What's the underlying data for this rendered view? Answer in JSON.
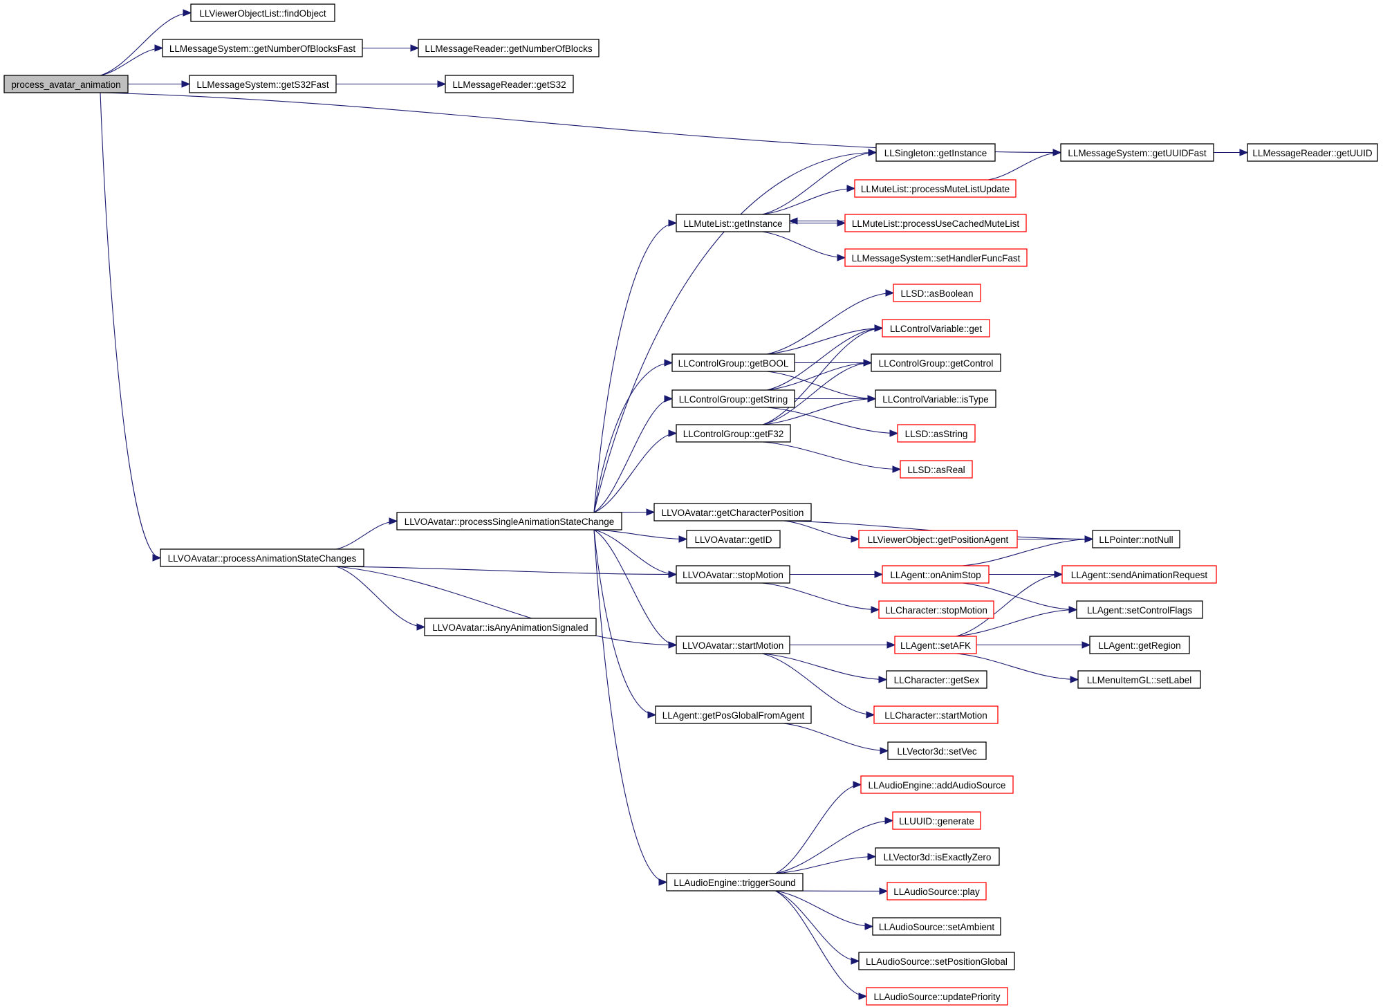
{
  "colors": {
    "edge": "#191970",
    "border_default": "#000000",
    "border_truncated": "#ff0000",
    "fill_root": "#bfbfbf",
    "fill_default": "#ffffff"
  },
  "nodes": {
    "paa": {
      "label": "process_avatar_animation",
      "style": "root"
    },
    "vol": {
      "label": "LLViewerObjectList::findObject",
      "style": "default"
    },
    "gnbf": {
      "label": "LLMessageSystem::getNumberOfBlocksFast",
      "style": "default"
    },
    "gnb": {
      "label": "LLMessageReader::getNumberOfBlocks",
      "style": "default"
    },
    "gs32f": {
      "label": "LLMessageSystem::getS32Fast",
      "style": "default"
    },
    "gs32": {
      "label": "LLMessageReader::getS32",
      "style": "default"
    },
    "guf": {
      "label": "LLMessageSystem::getUUIDFast",
      "style": "default"
    },
    "gu": {
      "label": "LLMessageReader::getUUID",
      "style": "default"
    },
    "sgi": {
      "label": "LLSingleton::getInstance",
      "style": "default"
    },
    "pmlu": {
      "label": "LLMuteList::processMuteListUpdate",
      "style": "truncated"
    },
    "mlgi": {
      "label": "LLMuteList::getInstance",
      "style": "default"
    },
    "pucm": {
      "label": "LLMuteList::processUseCachedMuteList",
      "style": "truncated"
    },
    "shff": {
      "label": "LLMessageSystem::setHandlerFuncFast",
      "style": "truncated"
    },
    "sdab": {
      "label": "LLSD::asBoolean",
      "style": "truncated"
    },
    "cvg": {
      "label": "LLControlVariable::get",
      "style": "truncated"
    },
    "cgb": {
      "label": "LLControlGroup::getBOOL",
      "style": "default"
    },
    "cgc": {
      "label": "LLControlGroup::getControl",
      "style": "default"
    },
    "cgs": {
      "label": "LLControlGroup::getString",
      "style": "default"
    },
    "cvit": {
      "label": "LLControlVariable::isType",
      "style": "default"
    },
    "cgf": {
      "label": "LLControlGroup::getF32",
      "style": "default"
    },
    "sdas": {
      "label": "LLSD::asString",
      "style": "truncated"
    },
    "sdar": {
      "label": "LLSD::asReal",
      "style": "truncated"
    },
    "psasc": {
      "label": "LLVOAvatar::processSingleAnimationStateChange",
      "style": "default"
    },
    "gcp": {
      "label": "LLVOAvatar::getCharacterPosition",
      "style": "default"
    },
    "vgpa": {
      "label": "LLViewerObject::getPositionAgent",
      "style": "truncated"
    },
    "pnn": {
      "label": "LLPointer::notNull",
      "style": "default"
    },
    "pasc": {
      "label": "LLVOAvatar::processAnimationStateChanges",
      "style": "default"
    },
    "gid": {
      "label": "LLVOAvatar::getID",
      "style": "default"
    },
    "sm": {
      "label": "LLVOAvatar::stopMotion",
      "style": "default"
    },
    "oas": {
      "label": "LLAgent::onAnimStop",
      "style": "truncated"
    },
    "sar": {
      "label": "LLAgent::sendAnimationRequest",
      "style": "truncated"
    },
    "csm": {
      "label": "LLCharacter::stopMotion",
      "style": "truncated"
    },
    "scf": {
      "label": "LLAgent::setControlFlags",
      "style": "default"
    },
    "iaas": {
      "label": "LLVOAvatar::isAnyAnimationSignaled",
      "style": "default"
    },
    "stm": {
      "label": "LLVOAvatar::startMotion",
      "style": "default"
    },
    "safk": {
      "label": "LLAgent::setAFK",
      "style": "truncated"
    },
    "agr": {
      "label": "LLAgent::getRegion",
      "style": "default"
    },
    "cgsx": {
      "label": "LLCharacter::getSex",
      "style": "default"
    },
    "misl": {
      "label": "LLMenuItemGL::setLabel",
      "style": "default"
    },
    "cstm": {
      "label": "LLCharacter::startMotion",
      "style": "truncated"
    },
    "gpgfa": {
      "label": "LLAgent::getPosGlobalFromAgent",
      "style": "default"
    },
    "v3sv": {
      "label": "LLVector3d::setVec",
      "style": "default"
    },
    "aeaas": {
      "label": "LLAudioEngine::addAudioSource",
      "style": "truncated"
    },
    "uug": {
      "label": "LLUUID::generate",
      "style": "truncated"
    },
    "v3ez": {
      "label": "LLVector3d::isExactlyZero",
      "style": "default"
    },
    "aets": {
      "label": "LLAudioEngine::triggerSound",
      "style": "default"
    },
    "asp": {
      "label": "LLAudioSource::play",
      "style": "truncated"
    },
    "assa": {
      "label": "LLAudioSource::setAmbient",
      "style": "default"
    },
    "aspg": {
      "label": "LLAudioSource::setPositionGlobal",
      "style": "default"
    },
    "asup": {
      "label": "LLAudioSource::updatePriority",
      "style": "truncated"
    }
  },
  "edges": [
    [
      "paa",
      "vol"
    ],
    [
      "paa",
      "gnbf"
    ],
    [
      "paa",
      "gs32f"
    ],
    [
      "paa",
      "guf"
    ],
    [
      "paa",
      "pasc"
    ],
    [
      "gnbf",
      "gnb"
    ],
    [
      "gs32f",
      "gs32"
    ],
    [
      "guf",
      "gu"
    ],
    [
      "pasc",
      "psasc"
    ],
    [
      "pasc",
      "sm"
    ],
    [
      "pasc",
      "iaas"
    ],
    [
      "pasc",
      "stm"
    ],
    [
      "psasc",
      "sgi"
    ],
    [
      "psasc",
      "mlgi"
    ],
    [
      "psasc",
      "cgb"
    ],
    [
      "psasc",
      "cgs"
    ],
    [
      "psasc",
      "cgf"
    ],
    [
      "psasc",
      "gcp"
    ],
    [
      "psasc",
      "gid"
    ],
    [
      "psasc",
      "sm"
    ],
    [
      "psasc",
      "stm"
    ],
    [
      "psasc",
      "gpgfa"
    ],
    [
      "psasc",
      "aets"
    ],
    [
      "mlgi",
      "sgi"
    ],
    [
      "mlgi",
      "pmlu"
    ],
    [
      "mlgi",
      "pucm"
    ],
    [
      "mlgi",
      "shff"
    ],
    [
      "pmlu",
      "guf"
    ],
    [
      "pucm",
      "mlgi"
    ],
    [
      "cgb",
      "sdab"
    ],
    [
      "cgb",
      "cvg"
    ],
    [
      "cgb",
      "cgc"
    ],
    [
      "cgb",
      "cvit"
    ],
    [
      "cgs",
      "cvg"
    ],
    [
      "cgs",
      "cgc"
    ],
    [
      "cgs",
      "cvit"
    ],
    [
      "cgs",
      "sdas"
    ],
    [
      "cgf",
      "cvg"
    ],
    [
      "cgf",
      "cgc"
    ],
    [
      "cgf",
      "cvit"
    ],
    [
      "cgf",
      "sdar"
    ],
    [
      "gcp",
      "vgpa"
    ],
    [
      "gcp",
      "pnn"
    ],
    [
      "vgpa",
      "pnn"
    ],
    [
      "sm",
      "oas"
    ],
    [
      "sm",
      "csm"
    ],
    [
      "oas",
      "pnn"
    ],
    [
      "oas",
      "sar"
    ],
    [
      "oas",
      "scf"
    ],
    [
      "stm",
      "safk"
    ],
    [
      "stm",
      "cgsx"
    ],
    [
      "stm",
      "cstm"
    ],
    [
      "safk",
      "sar"
    ],
    [
      "safk",
      "scf"
    ],
    [
      "safk",
      "agr"
    ],
    [
      "safk",
      "misl"
    ],
    [
      "gpgfa",
      "v3sv"
    ],
    [
      "aets",
      "aeaas"
    ],
    [
      "aets",
      "uug"
    ],
    [
      "aets",
      "v3ez"
    ],
    [
      "aets",
      "asp"
    ],
    [
      "aets",
      "assa"
    ],
    [
      "aets",
      "aspg"
    ],
    [
      "aets",
      "asup"
    ]
  ]
}
